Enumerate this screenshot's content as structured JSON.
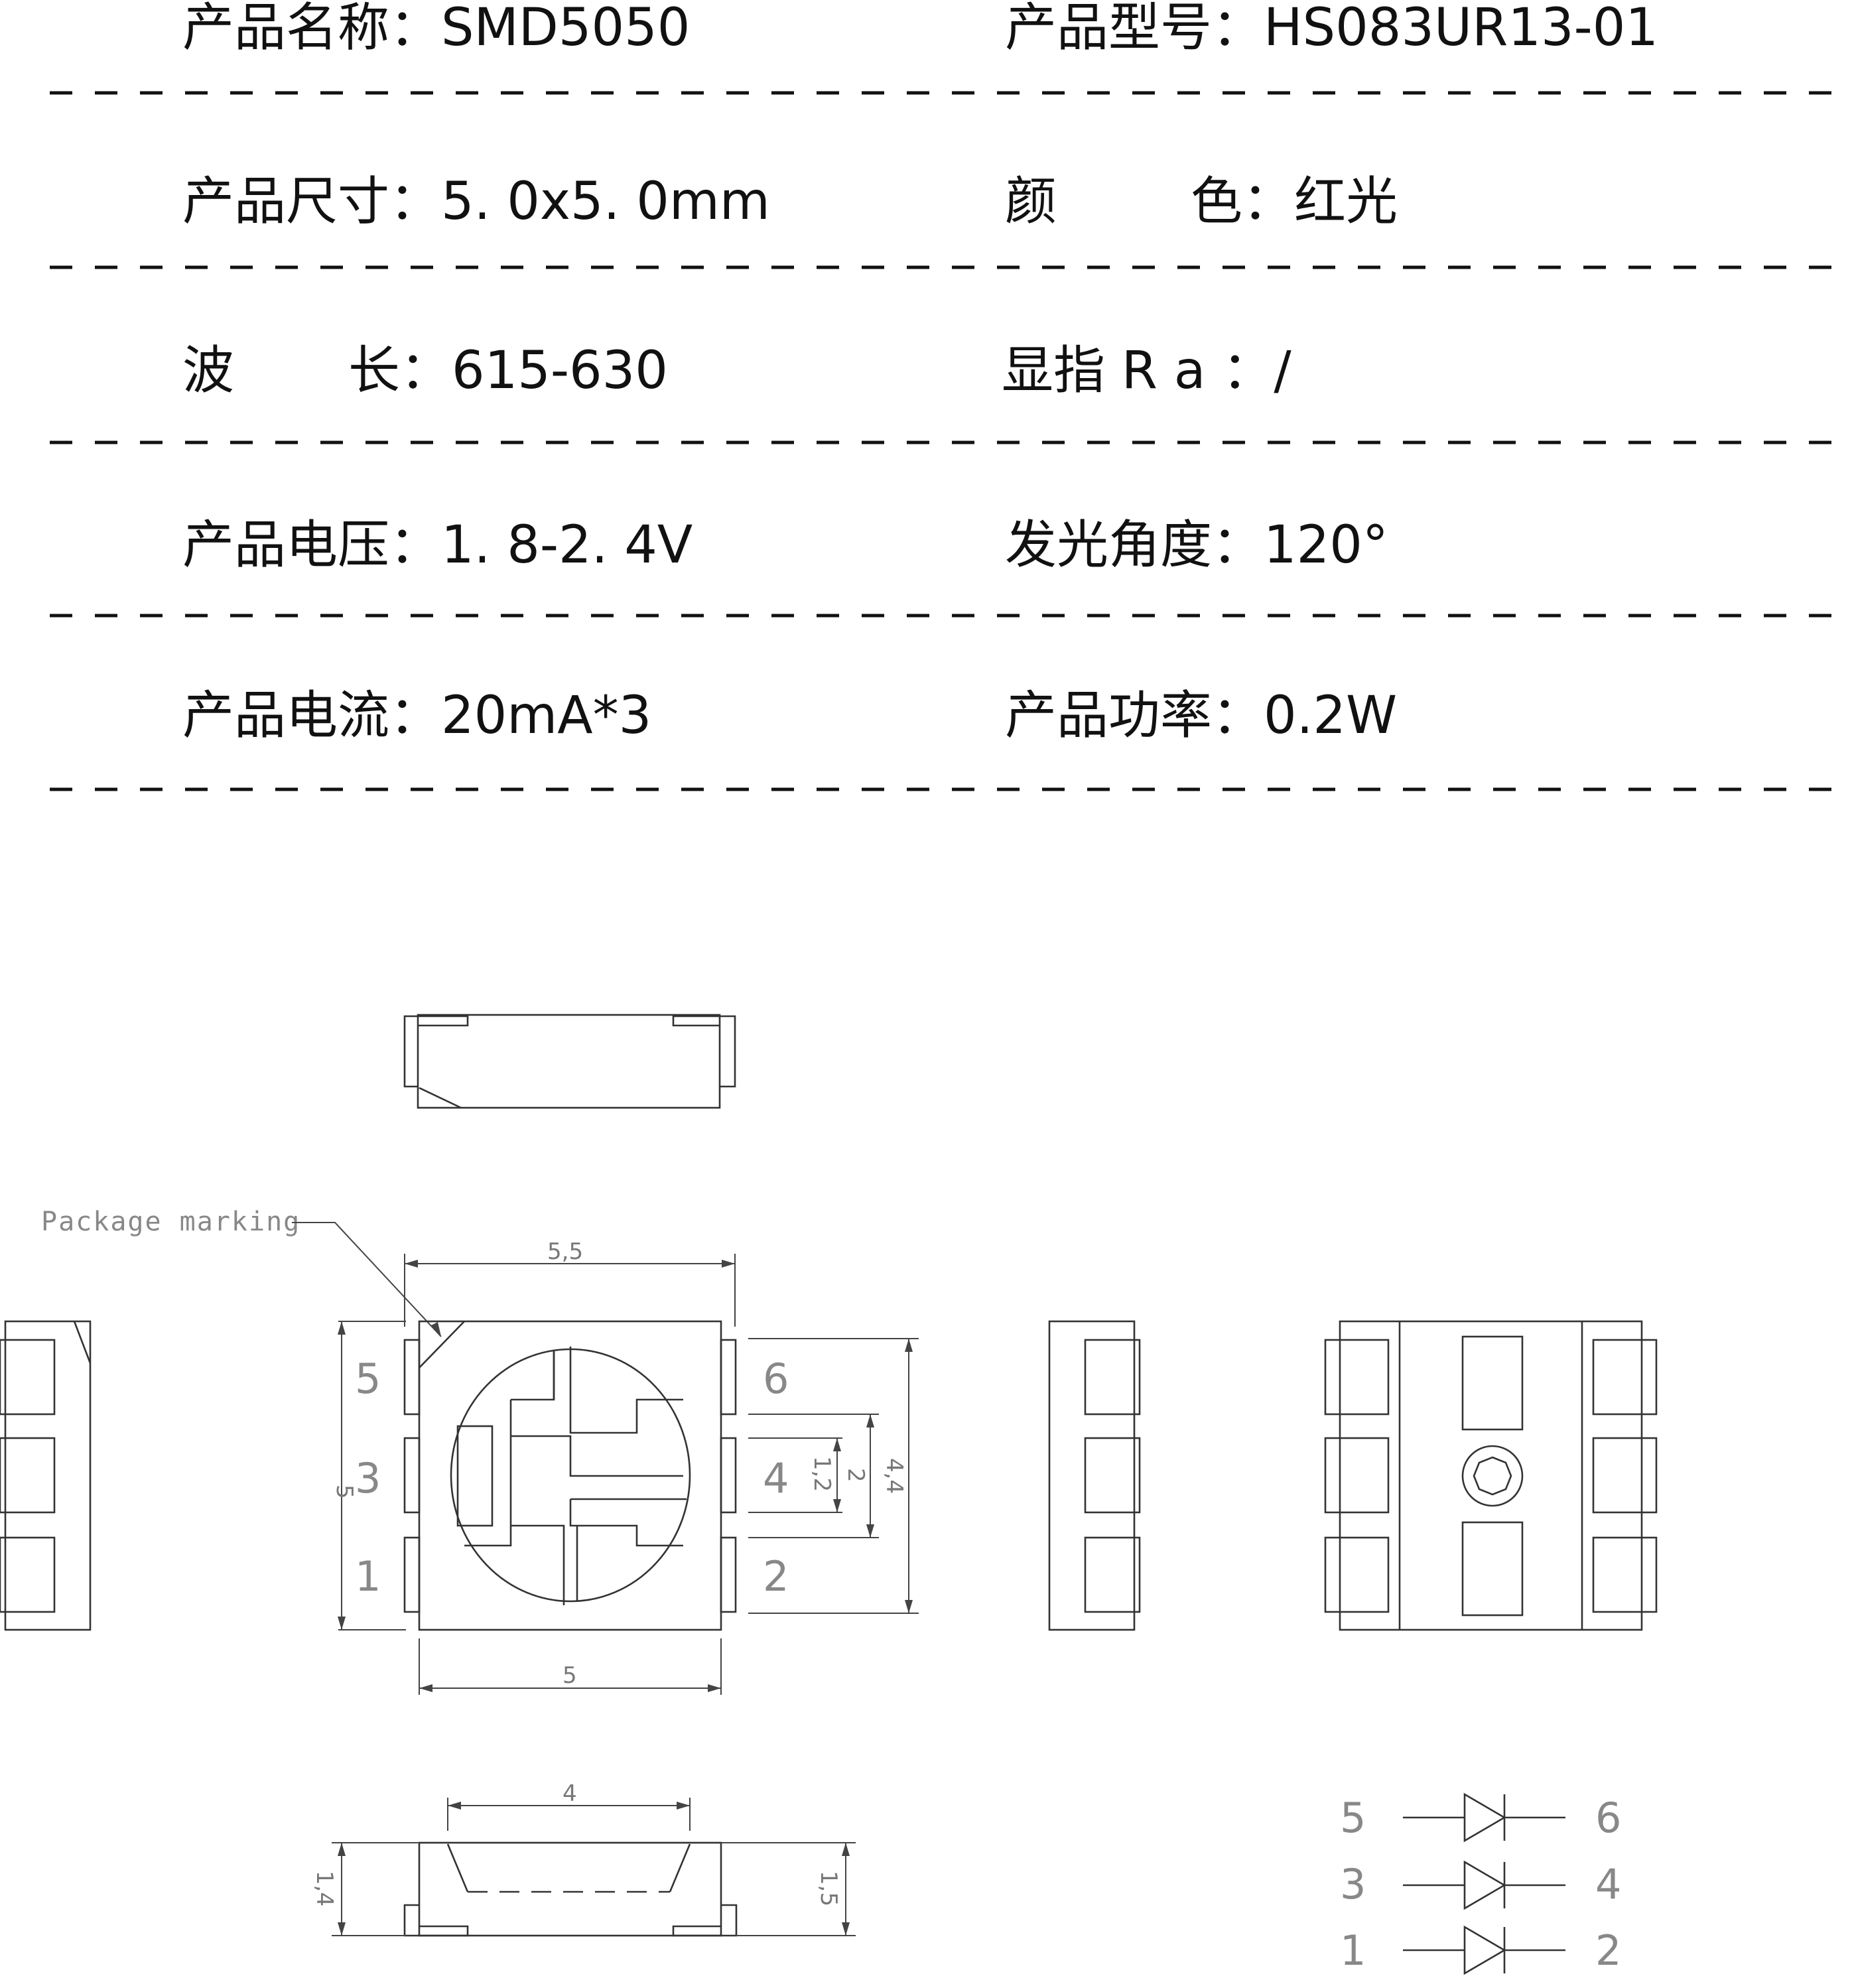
{
  "specs": {
    "row1": {
      "left": "产品名称：SMD5050",
      "right": "产品型号：HS083UR13-01"
    },
    "row2": {
      "left": "产品尺寸：5. 0x5. 0mm",
      "right_label_a": "颜",
      "right_label_b": "色：红光"
    },
    "row3": {
      "left_label_a": "波",
      "left_label_b": "长：615-630",
      "right": "显指 R a ：/"
    },
    "row4": {
      "left": "产品电压：1. 8-2. 4V",
      "right": "发光角度：120°"
    },
    "row5": {
      "left": "产品电流：20mA*3",
      "right": "产品功率：0.2W"
    }
  },
  "drawing": {
    "note": "Package marking",
    "dims": {
      "top_width": "5,5",
      "body_width": "5",
      "height": "5",
      "pad_height": "1,2",
      "pitch": "2",
      "pad_span": "4,4",
      "lens_width": "4",
      "side_h_left": "1,4",
      "side_h_right": "1,5"
    },
    "pins": {
      "p5": "5",
      "p3": "3",
      "p1": "1",
      "p6": "6",
      "p4": "4",
      "p2": "2"
    },
    "schematic": {
      "r1_left": "5",
      "r1_right": "6",
      "r2_left": "3",
      "r2_right": "4",
      "r3_left": "1",
      "r3_right": "2"
    }
  }
}
